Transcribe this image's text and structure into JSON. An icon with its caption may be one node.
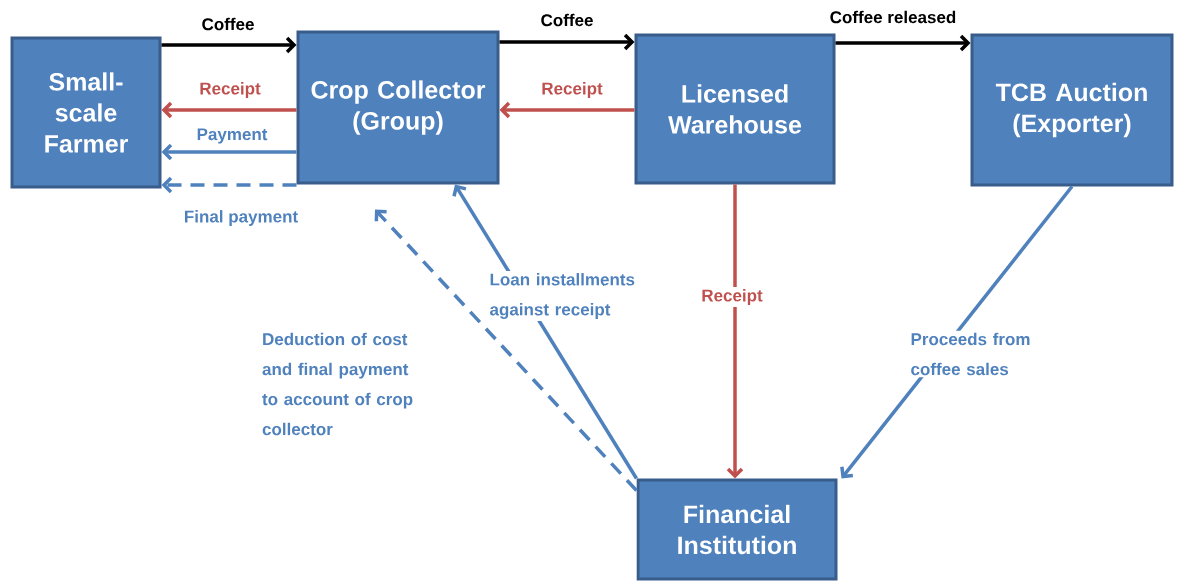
{
  "diagram": {
    "nodes": [
      {
        "text": [
          "Small-scale Farmer"
        ]
      },
      {
        "text": [
          "Crop Collector (Group)"
        ]
      },
      {
        "text": [
          "Licensed Warehouse"
        ]
      },
      {
        "text": [
          "TCB Auction (Exporter)"
        ]
      },
      {
        "text": [
          "Financial Institution"
        ]
      }
    ],
    "edges": [
      {
        "from": 0,
        "to": 1,
        "arrow": "to",
        "label": "Coffee",
        "color": "#000000"
      },
      {
        "from": 1,
        "to": 2,
        "arrow": "to",
        "label": "Coffee",
        "color": "#000000"
      },
      {
        "from": 2,
        "to": 3,
        "arrow": "to",
        "label": "Coffee released",
        "color": "#000000"
      },
      {
        "from": 1,
        "to": 0,
        "arrow": "to",
        "label": "Receipt",
        "color": "#c0504d"
      },
      {
        "from": 2,
        "to": 1,
        "arrow": "to",
        "label": "Receipt",
        "color": "#c0504d"
      },
      {
        "from": 1,
        "to": 0,
        "arrow": "to",
        "label": "Payment"
      },
      {
        "from": 1,
        "to": 0,
        "arrow": "to",
        "label": "Final payment",
        "style": "dashed"
      },
      {
        "from": 2,
        "to": 4,
        "arrow": "to",
        "label": "Receipt",
        "color": "#c0504d"
      },
      {
        "from": 4,
        "to": 1,
        "arrow": "to",
        "label": "Loan installments against receipt"
      },
      {
        "from": 4,
        "to": 1,
        "arrow": "to",
        "label": "Deduction of cost and final payment to account of crop collector",
        "style": "dashed"
      },
      {
        "from": 3,
        "to": 4,
        "arrow": "to",
        "label": "Proceeds from coffee sales"
      }
    ]
  }
}
